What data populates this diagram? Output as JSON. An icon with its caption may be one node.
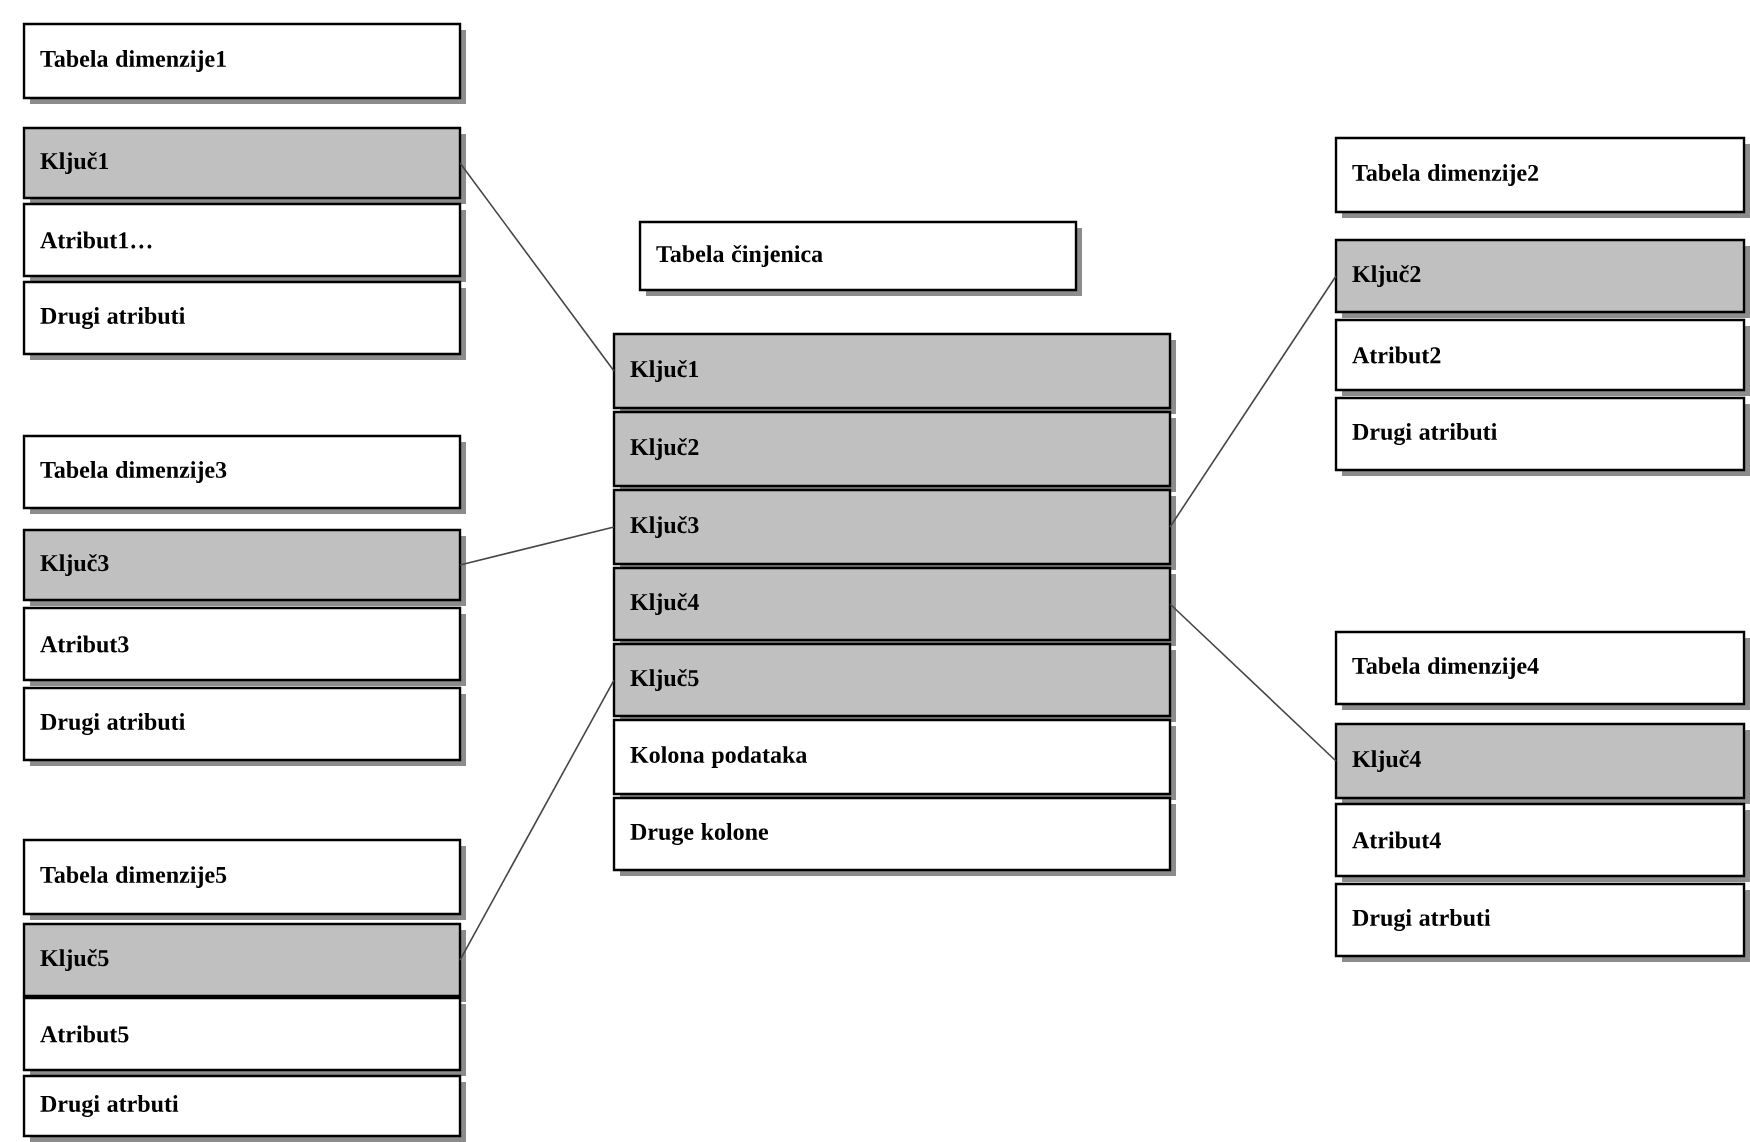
{
  "diagram": {
    "nodes": [
      {
        "text": [
          "Tabela dimenzije1"
        ]
      },
      {
        "text": [
          "Ključ1"
        ]
      },
      {
        "text": [
          "Atribut1…"
        ]
      },
      {
        "text": [
          "Drugi atributi"
        ]
      },
      {
        "text": [
          "Tabela činjenica"
        ]
      },
      {
        "text": [
          "Ključ1"
        ]
      },
      {
        "text": [
          "Ključ2"
        ]
      },
      {
        "text": [
          "Ključ3"
        ]
      },
      {
        "text": [
          "Ključ4"
        ]
      },
      {
        "text": [
          "Ključ5"
        ]
      },
      {
        "text": [
          "Kolona podataka"
        ]
      },
      {
        "text": [
          "Druge kolone"
        ]
      },
      {
        "text": [
          "Tabela dimenzije2"
        ]
      },
      {
        "text": [
          "Ključ2"
        ]
      },
      {
        "text": [
          "Atribut2"
        ]
      },
      {
        "text": [
          "Drugi atributi"
        ]
      },
      {
        "text": [
          "Tabela dimenzije3"
        ]
      },
      {
        "text": [
          "Ključ3"
        ]
      },
      {
        "text": [
          "Atribut3"
        ]
      },
      {
        "text": [
          "Drugi atributi"
        ]
      },
      {
        "text": [
          "Tabela dimenzije4"
        ]
      },
      {
        "text": [
          "Ključ4"
        ]
      },
      {
        "text": [
          "Atribut4"
        ]
      },
      {
        "text": [
          "Drugi atrbuti"
        ]
      },
      {
        "text": [
          "Tabela dimenzije5"
        ]
      },
      {
        "text": [
          "Ključ5"
        ]
      },
      {
        "text": [
          "Atribut5"
        ]
      },
      {
        "text": [
          "Drugi atrbuti"
        ]
      }
    ],
    "edges": [
      {
        "from": 1,
        "to": 5,
        "arrow": "none"
      },
      {
        "from": 17,
        "to": 7,
        "arrow": "none"
      },
      {
        "from": 25,
        "to": 9,
        "arrow": "none"
      },
      {
        "from": 7,
        "to": 13,
        "arrow": "none"
      },
      {
        "from": 8,
        "to": 21,
        "arrow": "none"
      }
    ]
  }
}
